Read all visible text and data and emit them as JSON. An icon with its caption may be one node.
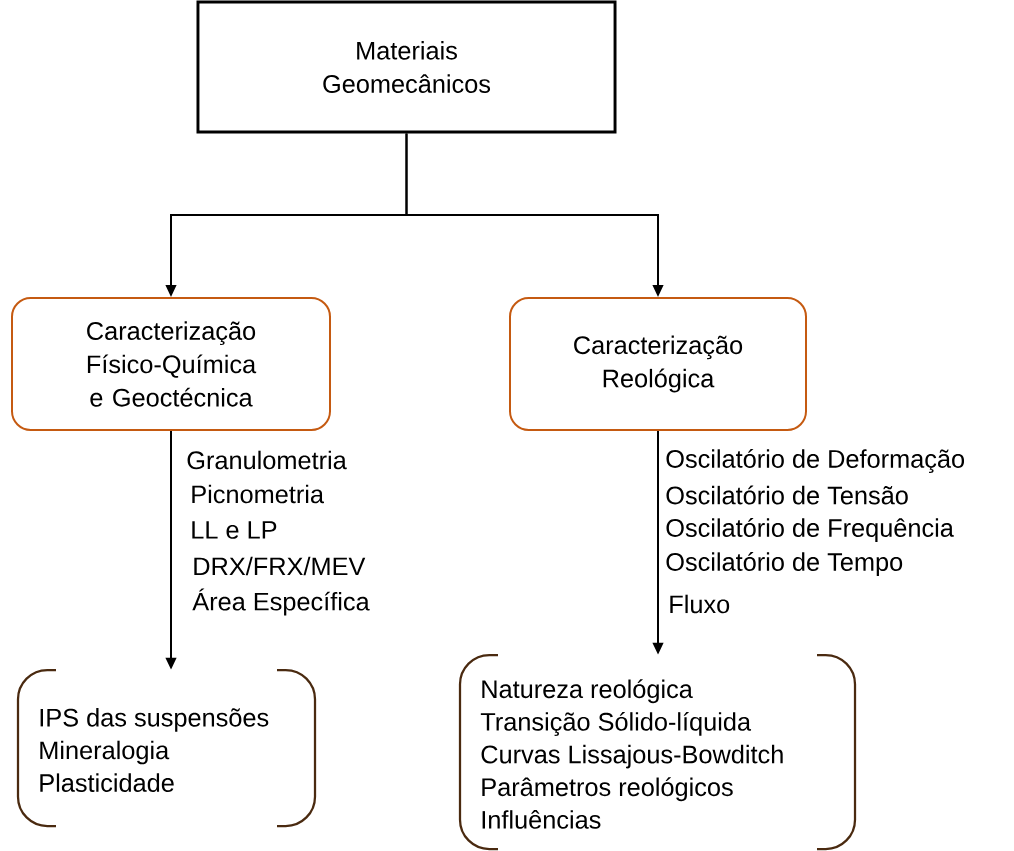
{
  "diagram": {
    "nodes": [
      {
        "text": [
          "Materiais Geomecânicos"
        ]
      },
      {
        "text": [
          "Caracterização Físico-Química e Geoctécnica"
        ]
      },
      {
        "text": [
          "Caracterização Reológica"
        ]
      },
      {
        "text": [
          "IPS das suspensões",
          "Mineralogia",
          "Plasticidade"
        ]
      },
      {
        "text": [
          "Natureza reológica",
          "Transição Sólido-líquida",
          "Curvas Lissajous-Bowditch",
          "Parâmetros reológicos",
          "Influências"
        ]
      }
    ],
    "edges": [
      {
        "from": 0,
        "to": 1,
        "arrow": "to"
      },
      {
        "from": 0,
        "to": 2,
        "arrow": "to"
      },
      {
        "from": 1,
        "to": 3,
        "arrow": "to"
      },
      {
        "from": 2,
        "to": 4,
        "arrow": "to"
      }
    ],
    "labels": [
      "Granulometria",
      "Picnometria",
      "LL e LP",
      "DRX/FRX/MEV",
      "Área Específica",
      "Oscilatório de Deformação",
      "Oscilatório de Tensão",
      "Oscilatório de Frequência",
      "Oscilatório de Tempo",
      "Fluxo"
    ]
  }
}
